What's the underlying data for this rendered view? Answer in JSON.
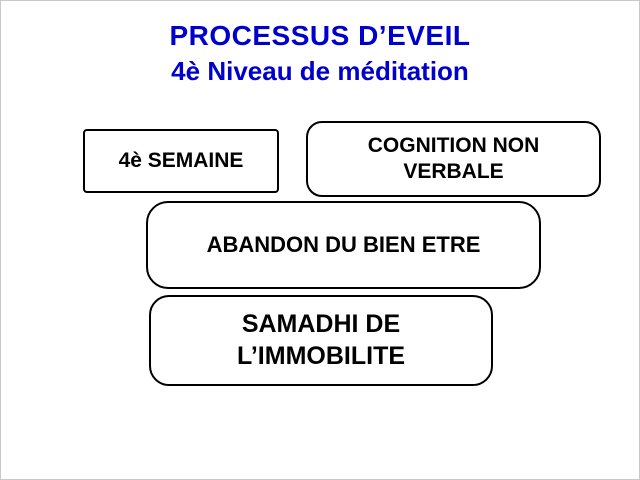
{
  "slide": {
    "title": {
      "line1": "PROCESSUS D’EVEIL",
      "line2": "4è Niveau de méditation",
      "color": "#0000cc"
    },
    "boxes": [
      {
        "id": "semaine",
        "label": "4è SEMAINE"
      },
      {
        "id": "cognition",
        "label": "COGNITION NON VERBALE"
      },
      {
        "id": "abandon",
        "label": "ABANDON DU BIEN ETRE"
      },
      {
        "id": "samadhi",
        "label": "SAMADHI DE L’IMMOBILITE"
      }
    ],
    "colors": {
      "background": "#ffffff",
      "box_border": "#000000",
      "text": "#000000"
    }
  }
}
